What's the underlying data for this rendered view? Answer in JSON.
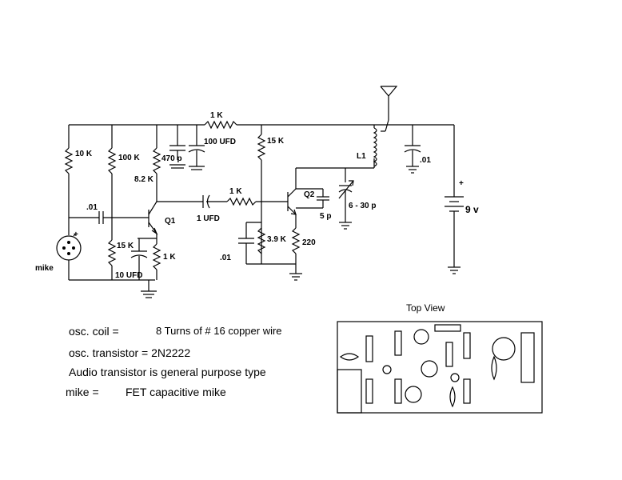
{
  "schematic": {
    "labels": {
      "r_10k": "10 K",
      "r_100k": "100 K",
      "c_470p": "470 p",
      "r_82k": "8.2 K",
      "r_1k_top": "1 K",
      "c_100ufd": "100 UFD",
      "r_15k_right": "15 K",
      "l1": "L1",
      "c_01_right": ".01",
      "batt_plus": "+",
      "batt_9v": "9 v",
      "c_01_left": ".01",
      "q1": "Q1",
      "c_1ufd": "1 UFD",
      "r_1k_mid": "1 K",
      "q2": "Q2",
      "c_5p": "5 p",
      "c_6_30p": "6 - 30 p",
      "r_39k": "3.9 K",
      "r_220": "220",
      "c_01_mid": ".01",
      "r_15k_left": "15 K",
      "r_1k_bottom": "1 K",
      "c_10ufd": "10 UFD",
      "mike": "mike"
    }
  },
  "notes": {
    "osc_coil_label": "osc. coil =",
    "osc_coil_value": "8 Turns of # 16 copper wire",
    "osc_transistor": "osc. transistor =  2N2222",
    "audio_transistor": "Audio transistor is general purpose type",
    "mike_label": "mike =",
    "mike_value": "FET capacitive mike"
  },
  "top_view": {
    "title": "Top View"
  }
}
